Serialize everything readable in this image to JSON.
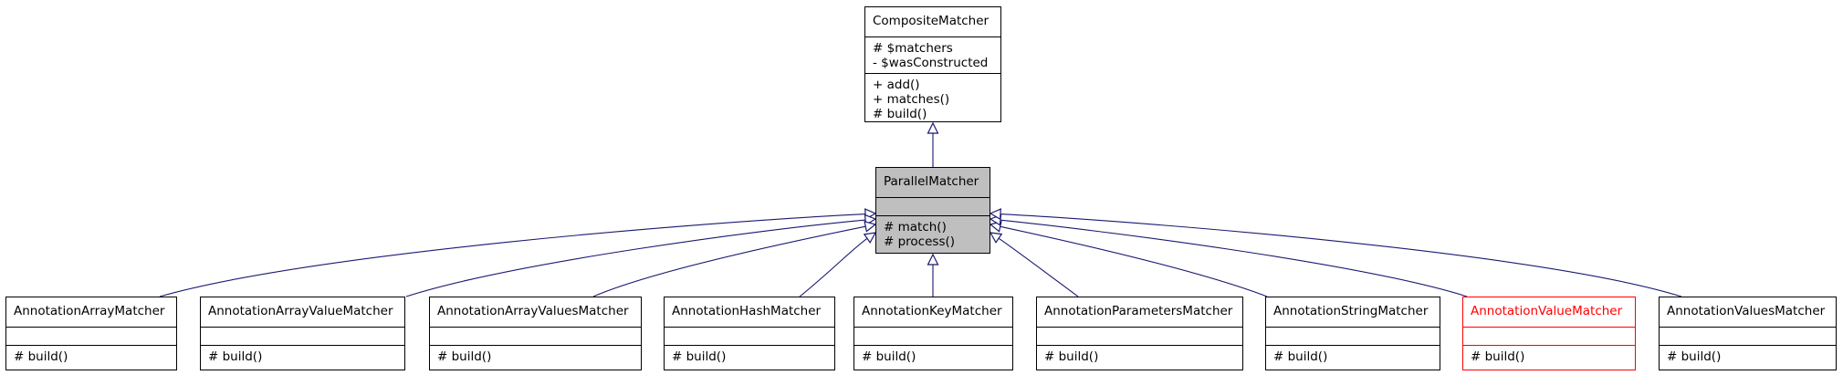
{
  "diagram": {
    "colors": {
      "edge": "#191970",
      "box_border": "#000000",
      "current_fill": "#bfbfbf",
      "highlight": "#ff0000"
    },
    "base": {
      "name": "CompositeMatcher",
      "attributes": [
        "# $matchers",
        "- $wasConstructed"
      ],
      "methods": [
        "+ add()",
        "+ matches()",
        "# build()"
      ]
    },
    "current": {
      "name": "ParallelMatcher",
      "attributes": [],
      "methods": [
        "# match()",
        "# process()"
      ]
    },
    "subclasses": [
      {
        "name": "AnnotationArrayMatcher",
        "methods": [
          "# build()"
        ]
      },
      {
        "name": "AnnotationArrayValueMatcher",
        "methods": [
          "# build()"
        ]
      },
      {
        "name": "AnnotationArrayValuesMatcher",
        "methods": [
          "# build()"
        ]
      },
      {
        "name": "AnnotationHashMatcher",
        "methods": [
          "# build()"
        ]
      },
      {
        "name": "AnnotationKeyMatcher",
        "methods": [
          "# build()"
        ]
      },
      {
        "name": "AnnotationParametersMatcher",
        "methods": [
          "# build()"
        ]
      },
      {
        "name": "AnnotationStringMatcher",
        "methods": [
          "# build()"
        ]
      },
      {
        "name": "AnnotationValueMatcher",
        "methods": [
          "# build()"
        ],
        "highlighted": true
      },
      {
        "name": "AnnotationValuesMatcher",
        "methods": [
          "# build()"
        ]
      }
    ]
  }
}
